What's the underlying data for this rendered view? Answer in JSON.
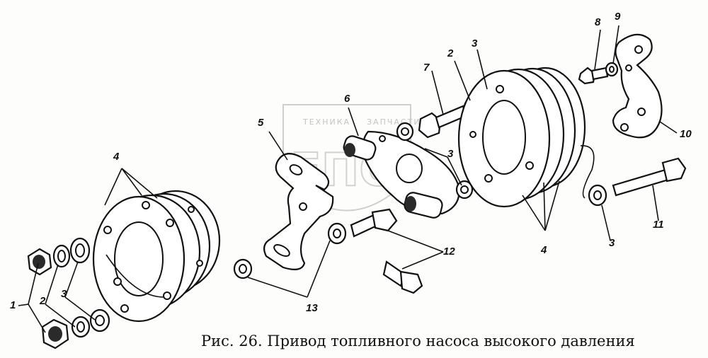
{
  "caption": "Рис. 26. Привод топливного насоса высокого давления",
  "watermark": {
    "text_left": "ТЕХНИКА",
    "text_right": "ЗАПЧАСТИ",
    "logo_text": "ЕПО"
  },
  "callouts": [
    {
      "id": "c1",
      "label": "1"
    },
    {
      "id": "c2",
      "label": "2"
    },
    {
      "id": "c3",
      "label": "3"
    },
    {
      "id": "c4a",
      "label": "4"
    },
    {
      "id": "c5",
      "label": "5"
    },
    {
      "id": "c6",
      "label": "6"
    },
    {
      "id": "c3b",
      "label": "3"
    },
    {
      "id": "c7",
      "label": "7"
    },
    {
      "id": "c2b",
      "label": "2"
    },
    {
      "id": "c3c",
      "label": "3"
    },
    {
      "id": "c8",
      "label": "8"
    },
    {
      "id": "c9",
      "label": "9"
    },
    {
      "id": "c10",
      "label": "10"
    },
    {
      "id": "c11",
      "label": "11"
    },
    {
      "id": "c3d",
      "label": "3"
    },
    {
      "id": "c4b",
      "label": "4"
    },
    {
      "id": "c12",
      "label": "12"
    },
    {
      "id": "c13",
      "label": "13"
    }
  ]
}
